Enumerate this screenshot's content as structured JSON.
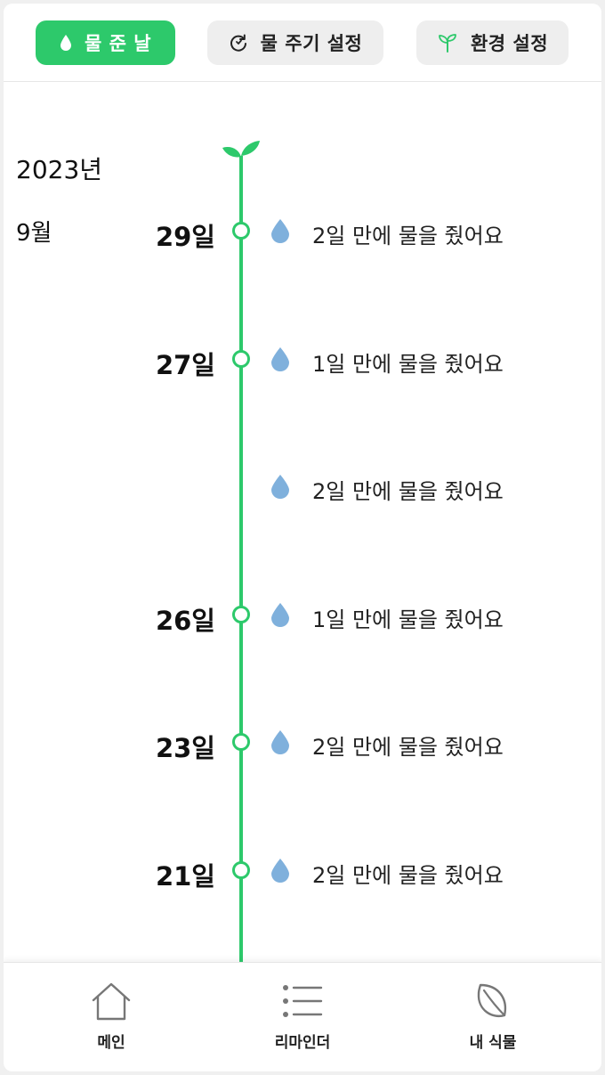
{
  "tabs": {
    "water_day": "물 준 날",
    "water_cycle": "물 주기 설정",
    "environment": "환경 설정"
  },
  "timeline": {
    "year": "2023년",
    "month": "9월",
    "entries": [
      {
        "day": "29일",
        "message": "2일 만에 물을 줬어요"
      },
      {
        "day": "27일",
        "message": "1일 만에 물을 줬어요"
      },
      {
        "day": "",
        "message": "2일 만에 물을 줬어요"
      },
      {
        "day": "26일",
        "message": "1일 만에 물을 줬어요"
      },
      {
        "day": "23일",
        "message": "2일 만에 물을 줬어요"
      },
      {
        "day": "21일",
        "message": "2일 만에 물을 줬어요"
      }
    ]
  },
  "bottom_nav": {
    "main": "메인",
    "reminder": "리마인더",
    "my_plants": "내 식물"
  },
  "icons": {
    "tab_water": "water-drop-icon",
    "tab_cycle": "refresh-cycle-icon",
    "tab_env": "sprout-icon",
    "timeline_top": "sprout-icon",
    "entry": "water-drop-icon",
    "nav_main": "home-icon",
    "nav_reminder": "list-icon",
    "nav_plants": "leaf-icon"
  },
  "colors": {
    "accent_green": "#2dc96b",
    "drop_blue": "#7fb0dc",
    "tab_inactive": "#eeeeee",
    "text": "#111111"
  }
}
